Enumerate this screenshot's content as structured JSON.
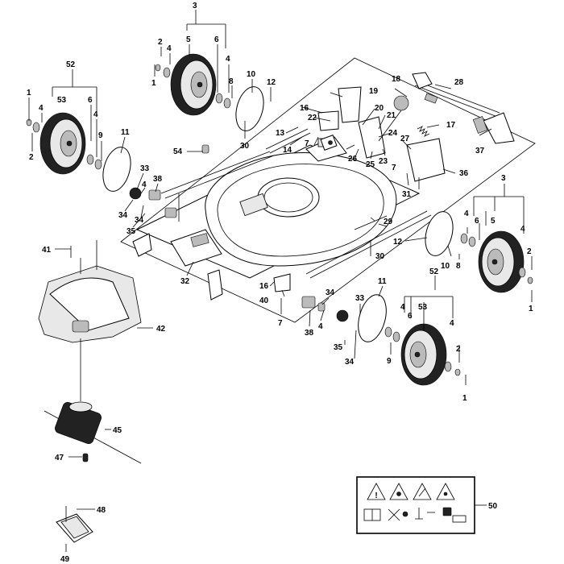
{
  "labels": {
    "n1a": "1",
    "n1b": "1",
    "n1c": "1",
    "n1d": "1",
    "n2a": "2",
    "n2b": "2",
    "n2c": "2",
    "n2d": "2",
    "n3a": "3",
    "n3b": "3",
    "n4a": "4",
    "n4b": "4",
    "n4c": "4",
    "n4d": "4",
    "n4e": "4",
    "n4f": "4",
    "n4g": "4",
    "n4h": "4",
    "n4i": "4",
    "n4j": "4",
    "n4k": "4",
    "n5a": "5",
    "n5b": "5",
    "n6a": "6",
    "n6b": "6",
    "n6c": "6",
    "n6d": "6",
    "n7a": "7",
    "n7b": "7",
    "n8a": "8",
    "n8b": "8",
    "n9a": "9",
    "n9b": "9",
    "n10a": "10",
    "n10b": "10",
    "n11a": "11",
    "n11b": "11",
    "n12a": "12",
    "n12b": "12",
    "n13": "13",
    "n14": "14",
    "n16a": "16",
    "n16b": "16",
    "n17": "17",
    "n18": "18",
    "n19": "19",
    "n20": "20",
    "n21": "21",
    "n22": "22",
    "n23": "23",
    "n24": "24",
    "n25": "25",
    "n26": "26",
    "n27": "27",
    "n28": "28",
    "n29": "29",
    "n30a": "30",
    "n30b": "30",
    "n31": "31",
    "n32": "32",
    "n33a": "33",
    "n33b": "33",
    "n34a": "34",
    "n34b": "34",
    "n34c": "34",
    "n34d": "34",
    "n35a": "35",
    "n35b": "35",
    "n36": "36",
    "n37": "37",
    "n38a": "38",
    "n38b": "38",
    "n40": "40",
    "n41": "41",
    "n42": "42",
    "n45": "45",
    "n47": "47",
    "n48": "48",
    "n49": "49",
    "n50": "50",
    "n52a": "52",
    "n52b": "52",
    "n53a": "53",
    "n53b": "53",
    "n54": "54"
  }
}
